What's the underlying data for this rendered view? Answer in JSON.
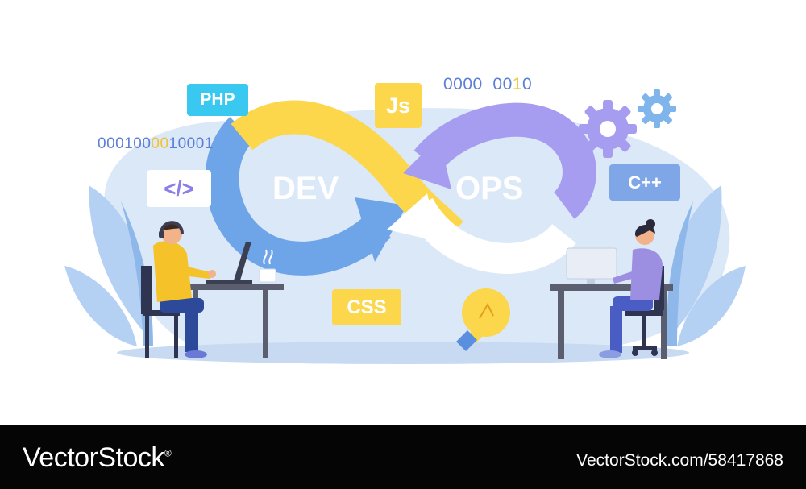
{
  "illustration": {
    "labels": {
      "dev": "DEV",
      "ops": "OPS"
    },
    "tags": {
      "php": "PHP",
      "js": "Js",
      "html_symbol": "</>",
      "cpp": "C++",
      "css": "CSS"
    },
    "binary_left": {
      "before": "000100",
      "highlight": "00",
      "after": "10001"
    },
    "binary_right": {
      "group1": "0000",
      "group2_a": "00",
      "group2_hl": "1",
      "group2_b": "0"
    },
    "colors": {
      "dev_arrow_blue": "#6ea4e8",
      "dev_arrow_yellow": "#fcd64b",
      "ops_arrow_purple": "#a79df0",
      "ops_arrow_white": "#ffffff",
      "php_tag": "#38c8f0",
      "js_tag": "#fcd64b",
      "cpp_tag": "#7fa6e6",
      "css_tag": "#fcd64b",
      "background_blob": "#dbe8f7",
      "floor": "#c7daf2"
    }
  },
  "footer": {
    "brand": "VectorStock",
    "registered": "®",
    "url": "VectorStock.com/58417868"
  }
}
